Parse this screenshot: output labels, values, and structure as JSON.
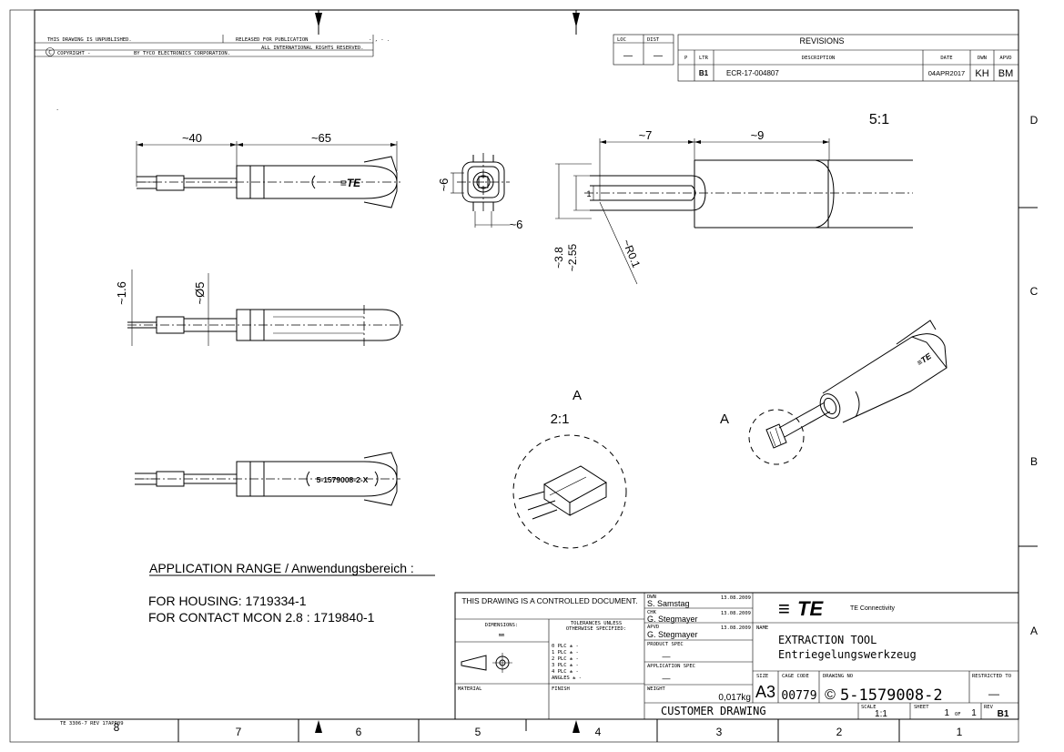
{
  "header": {
    "unpublished": "THIS DRAWING IS UNPUBLISHED.",
    "released": "RELEASED FOR PUBLICATION",
    "released_date": "- , -  .",
    "copyright_symbol": "C",
    "copyright": "COPYRIGHT   -",
    "by": "BY TYCO ELECTRONICS CORPORATION.",
    "rights": "ALL INTERNATIONAL RIGHTS RESERVED."
  },
  "loc_dist": {
    "loc_label": "LOC",
    "dist_label": "DIST",
    "loc_value": "—",
    "dist_value": "—"
  },
  "revisions": {
    "title": "REVISIONS",
    "p_label": "P",
    "ltr_label": "LTR",
    "desc_label": "DESCRIPTION",
    "date_label": "DATE",
    "dwn_label": "DWN",
    "apvd_label": "APVD",
    "row": {
      "ltr": "B1",
      "desc": "ECR-17-004807",
      "date": "04APR2017",
      "dwn": "KH",
      "apvd": "BM"
    }
  },
  "zones": {
    "columns": [
      "8",
      "7",
      "6",
      "5",
      "4",
      "3",
      "2",
      "1"
    ],
    "rows": [
      "D",
      "C",
      "B",
      "A"
    ]
  },
  "dimensions": {
    "d40": "~40",
    "d65": "~65",
    "d6a": "~6",
    "d6b": "~6",
    "d7": "~7",
    "d9": "~9",
    "d1": "1",
    "d38": "~3.8",
    "d255": "~2.55",
    "r01": "~R0.1",
    "d16": "~1.6",
    "d05": "~Ø5",
    "scale_detail": "5:1",
    "scale_a": "2:1",
    "label_a1": "A",
    "label_a2": "A",
    "part_marking": "5-1579008-2-X"
  },
  "notes": {
    "app_range": "APPLICATION RANGE / Anwendungsbereich :",
    "housing": "FOR HOUSING: 1719334-1",
    "contact": "FOR CONTACT MCON 2.8 : 1719840-1"
  },
  "title_block": {
    "controlled": "THIS DRAWING IS A CONTROLLED DOCUMENT.",
    "dimensions_label": "DIMENSIONS:",
    "dimensions_unit": "mm",
    "tolerances_line1": "TOLERANCES UNLESS",
    "tolerances_line2": "OTHERWISE SPECIFIED:",
    "plc": [
      "0 PLC      ± -",
      "1 PLC      ± -",
      "2 PLC      ± -",
      "3 PLC      ± -",
      "4 PLC      ± -"
    ],
    "angles": "ANGLES            ± -",
    "material_label": "MATERIAL",
    "finish_label": "FINISH",
    "dwn_label": "DWN",
    "dwn_name": "S. Samstag",
    "dwn_date": "13.08.2009",
    "chk_label": "CHK",
    "chk_name": "G. Stegmayer",
    "chk_date": "13.08.2009",
    "apvd_label": "APVD",
    "apvd_name": "G. Stegmayer",
    "apvd_date": "13.08.2009",
    "product_spec_label": "PRODUCT SPEC",
    "product_spec_value": "—",
    "app_spec_label": "APPLICATION SPEC",
    "app_spec_value": "—",
    "weight_label": "WEIGHT",
    "weight_value": "0,017kg",
    "logo": "TE",
    "company": "TE Connectivity",
    "name_label": "NAME",
    "name_en": "EXTRACTION TOOL",
    "name_de": "Entriegelungswerkzeug",
    "size_label": "SIZE",
    "size_value": "A3",
    "cage_label": "CAGE CODE",
    "cage_value": "00779",
    "drawing_no_label": "DRAWING NO",
    "drawing_no": "5-1579008-2",
    "restricted_label": "RESTRICTED TO",
    "restricted_value": "—",
    "customer": "CUSTOMER DRAWING",
    "scale_label": "SCALE",
    "scale_value": "1:1",
    "sheet_label": "SHEET",
    "sheet_value": "1",
    "sheet_of": "OF",
    "sheet_total": "1",
    "rev_label": "REV",
    "rev_value": "B1"
  },
  "footer": {
    "form": "TE 3306-7 REV 17APR09"
  }
}
